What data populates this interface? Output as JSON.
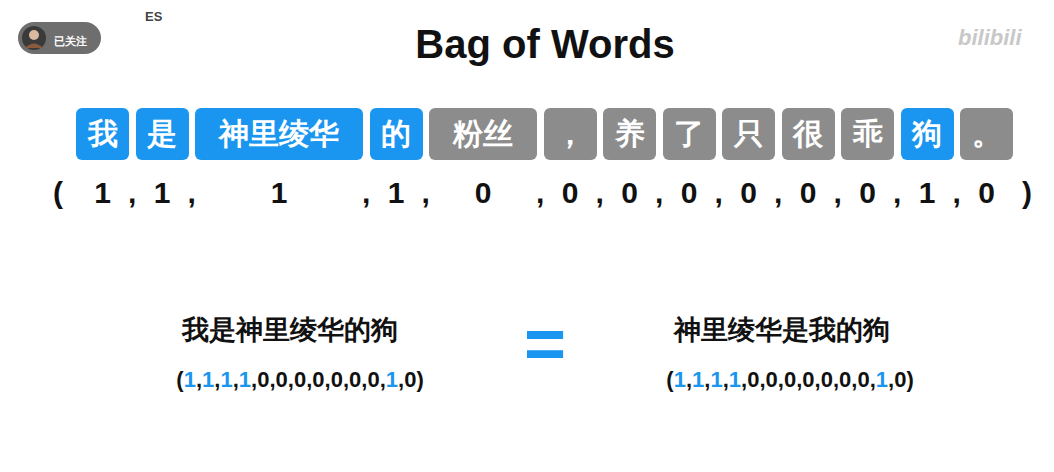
{
  "diagram": {
    "title": "Bag of Words",
    "nodes": [
      {
        "text": [
          "已关注"
        ]
      },
      {
        "text": [
          "我"
        ]
      },
      {
        "text": [
          "是"
        ]
      },
      {
        "text": [
          "神里绫华"
        ]
      },
      {
        "text": [
          "的"
        ]
      },
      {
        "text": [
          "粉丝"
        ]
      },
      {
        "text": [
          "，"
        ]
      },
      {
        "text": [
          "养"
        ]
      },
      {
        "text": [
          "了"
        ]
      },
      {
        "text": [
          "只"
        ]
      },
      {
        "text": [
          "很"
        ]
      },
      {
        "text": [
          "乖"
        ]
      },
      {
        "text": [
          "狗"
        ]
      },
      {
        "text": [
          "。"
        ]
      }
    ],
    "labels": [
      "ES",
      "bilibili",
      "(",
      "1",
      ",",
      "1",
      ",",
      "1",
      ",",
      "1",
      ",",
      "0",
      ",",
      "0",
      ",",
      "0",
      ",",
      "0",
      ",",
      "0",
      ",",
      "0",
      ",",
      "0",
      ",",
      "1",
      ",",
      "0",
      ")",
      "我是神里绫华的狗",
      "(1,1,1,1,0,0,0,0,0,0,0,1,0)",
      "=",
      "神里绫华是我的狗",
      "(1,1,1,1,0,0,0,0,0,0,0,1,0)"
    ]
  }
}
